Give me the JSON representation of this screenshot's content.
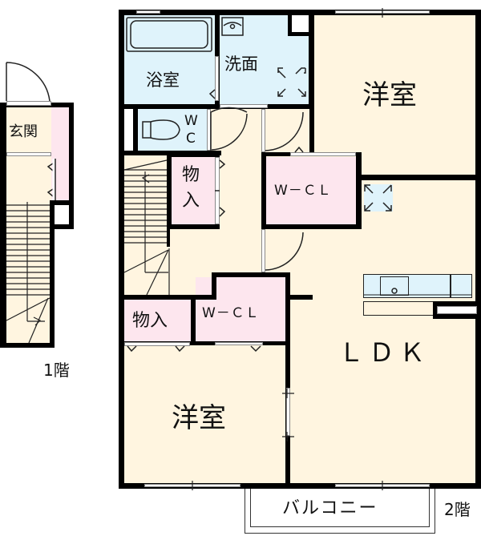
{
  "colors": {
    "floor": "#fff5e0",
    "wet_area": "#dff3fb",
    "storage": "#fde6ee",
    "wall": "#000000",
    "background": "#ffffff"
  },
  "floor1": {
    "label": "1階",
    "rooms": {
      "entrance": "玄関"
    },
    "features": [
      "entrance-door",
      "shoe-storage",
      "stairs"
    ]
  },
  "floor2": {
    "label": "2階",
    "rooms": {
      "bathroom": "浴室",
      "washroom": "洗面",
      "toilet_w": "W",
      "toilet_c": "C",
      "western_room_1": "洋室",
      "storage_1_top": "物",
      "storage_1_bottom": "入",
      "walk_in_closet_1": "W－ＣＬ",
      "storage_2": "物入",
      "walk_in_closet_2": "W－ＣＬ",
      "ldk": "ＬＤＫ",
      "western_room_2": "洋室",
      "balcony": "バルコニー"
    },
    "features": [
      "bathtub",
      "wash-basin",
      "washing-machine-space",
      "toilet",
      "refrigerator-space",
      "kitchen-counter",
      "stairs"
    ]
  }
}
